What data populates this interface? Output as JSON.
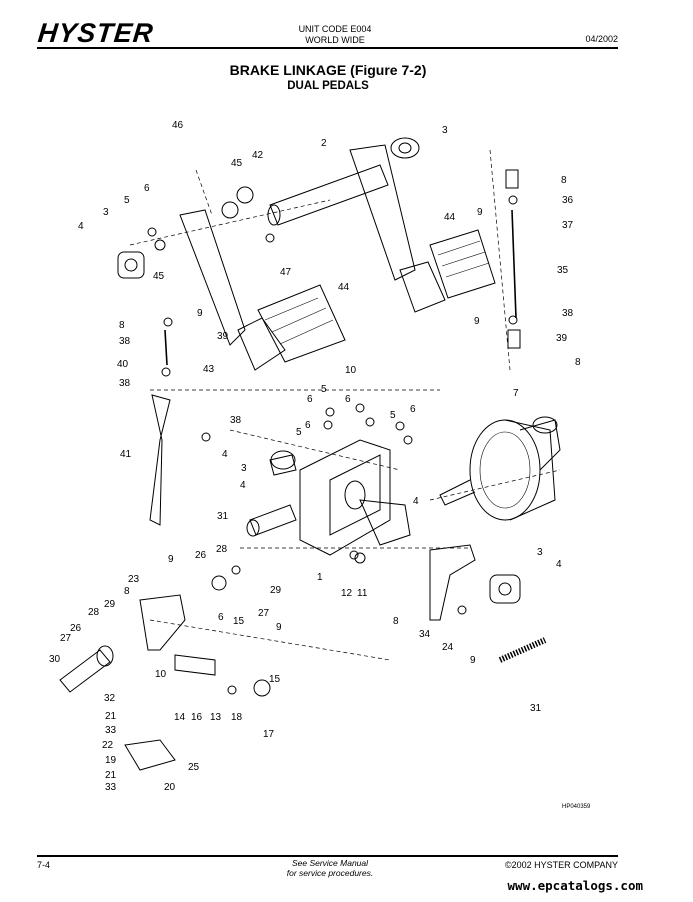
{
  "header": {
    "logo": "HYSTER",
    "unit_code": "UNIT CODE E004",
    "region": "WORLD WIDE",
    "date": "04/2002"
  },
  "title": "BRAKE LINKAGE (Figure 7-2)",
  "subtitle": "DUAL PEDALS",
  "figure_ref": "HP040359",
  "callouts": [
    "46",
    "45",
    "42",
    "2",
    "3",
    "8",
    "36",
    "37",
    "6",
    "5",
    "3",
    "4",
    "9",
    "44",
    "47",
    "35",
    "45",
    "8",
    "9",
    "38",
    "39",
    "40",
    "38",
    "43",
    "44",
    "38",
    "39",
    "9",
    "8",
    "10",
    "7",
    "5",
    "6",
    "6",
    "6",
    "5",
    "38",
    "41",
    "4",
    "3",
    "6",
    "5",
    "4",
    "4",
    "31",
    "3",
    "4",
    "1",
    "12",
    "11",
    "9",
    "26",
    "28",
    "29",
    "23",
    "8",
    "27",
    "29",
    "28",
    "6",
    "15",
    "9",
    "26",
    "27",
    "30",
    "10",
    "15",
    "8",
    "34",
    "24",
    "9",
    "32",
    "31",
    "14",
    "16",
    "13",
    "18",
    "17",
    "21",
    "33",
    "22",
    "19",
    "25",
    "21",
    "33",
    "20"
  ],
  "footer": {
    "page": "7-4",
    "note_line1": "See Service Manual",
    "note_line2": "for service procedures.",
    "copyright": "©2002 HYSTER COMPANY"
  },
  "watermark": "www.epcatalogs.com"
}
